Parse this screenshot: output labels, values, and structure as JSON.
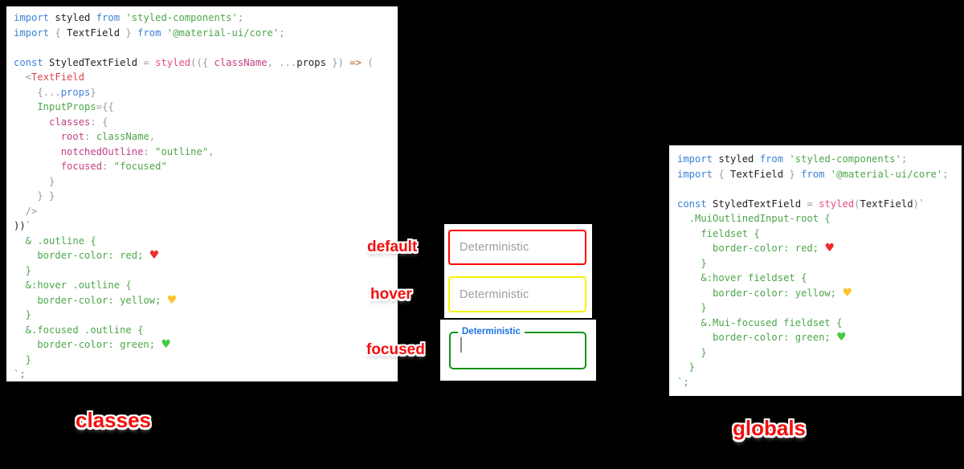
{
  "colors": {
    "background": "#000000",
    "panel_white": "#ffffff",
    "code_keyword": "#3b82d4",
    "code_plain": "#1f1f1f",
    "code_punct": "#9b9b9b",
    "code_string": "#4da64a",
    "code_function": "#e84a80",
    "code_property": "#c53e80",
    "code_tag": "#d8494e",
    "code_operator": "#b8641f",
    "heart_red": "#ef2d2d",
    "heart_yellow": "#fcc32c",
    "heart_green": "#44c944",
    "label_red": "#f50d0d",
    "focused_label_blue": "#1a73e8",
    "placeholder_gray": "#9e9e9e",
    "cursor_gray": "#8a8a8a",
    "field_red": "#ff0000",
    "field_yellow": "#f6f600",
    "field_green": "#149314"
  },
  "left_code": {
    "lines": [
      [
        [
          "kw",
          "import"
        ],
        [
          "pl",
          " styled "
        ],
        [
          "kw",
          "from"
        ],
        [
          "st",
          " 'styled-components'"
        ],
        [
          "pu",
          ";"
        ]
      ],
      [
        [
          "kw",
          "import"
        ],
        [
          "pu",
          " { "
        ],
        [
          "pl",
          "TextField"
        ],
        [
          "pu",
          " } "
        ],
        [
          "kw",
          "from"
        ],
        [
          "st",
          " '@material-ui/core'"
        ],
        [
          "pu",
          ";"
        ]
      ],
      [],
      [
        [
          "kw",
          "const"
        ],
        [
          "pl",
          " StyledTextField "
        ],
        [
          "pu",
          "= "
        ],
        [
          "fn",
          "styled"
        ],
        [
          "pu",
          "(({ "
        ],
        [
          "pr",
          "className"
        ],
        [
          "pu",
          ", ..."
        ],
        [
          "pl",
          "props"
        ],
        [
          "pu",
          " }) "
        ],
        [
          "op",
          "=>"
        ],
        [
          "pu",
          " ("
        ]
      ],
      [
        [
          "pu",
          "  <"
        ],
        [
          "tg",
          "TextField"
        ]
      ],
      [
        [
          "pu",
          "    {..."
        ],
        [
          "kw",
          "props"
        ],
        [
          "pu",
          "}"
        ]
      ],
      [
        [
          "st",
          "    InputProps"
        ],
        [
          "pu",
          "={{"
        ]
      ],
      [
        [
          "pr",
          "      classes"
        ],
        [
          "pu",
          ": {"
        ]
      ],
      [
        [
          "pr",
          "        root"
        ],
        [
          "pu",
          ": "
        ],
        [
          "st",
          "className"
        ],
        [
          "pu",
          ","
        ]
      ],
      [
        [
          "pr",
          "        notchedOutline"
        ],
        [
          "pu",
          ": "
        ],
        [
          "st",
          "\"outline\""
        ],
        [
          "pu",
          ","
        ]
      ],
      [
        [
          "pr",
          "        focused"
        ],
        [
          "pu",
          ": "
        ],
        [
          "st",
          "\"focused\""
        ]
      ],
      [
        [
          "pu",
          "      }"
        ]
      ],
      [
        [
          "pu",
          "    } }"
        ]
      ],
      [
        [
          "pu",
          "  />"
        ]
      ],
      [
        [
          "pl",
          "))"
        ],
        [
          "st",
          "`"
        ]
      ],
      [
        [
          "st",
          "  & .outline {"
        ]
      ],
      [
        [
          "st",
          "    border-color: red; "
        ],
        [
          "hr",
          "♥"
        ]
      ],
      [
        [
          "st",
          "  }"
        ]
      ],
      [
        [
          "st",
          "  &:hover .outline {"
        ]
      ],
      [
        [
          "st",
          "    border-color: yellow; "
        ],
        [
          "hy",
          "♥"
        ]
      ],
      [
        [
          "st",
          "  }"
        ]
      ],
      [
        [
          "st",
          "  &.focused .outline {"
        ]
      ],
      [
        [
          "st",
          "    border-color: green; "
        ],
        [
          "hg",
          "♥"
        ]
      ],
      [
        [
          "st",
          "  }"
        ]
      ],
      [
        [
          "st",
          "`;"
        ]
      ]
    ]
  },
  "right_code": {
    "lines": [
      [
        [
          "kw",
          "import"
        ],
        [
          "pl",
          " styled "
        ],
        [
          "kw",
          "from"
        ],
        [
          "st",
          " 'styled-components'"
        ],
        [
          "pu",
          ";"
        ]
      ],
      [
        [
          "kw",
          "import"
        ],
        [
          "pu",
          " { "
        ],
        [
          "pl",
          "TextField"
        ],
        [
          "pu",
          " } "
        ],
        [
          "kw",
          "from"
        ],
        [
          "st",
          " '@material-ui/core'"
        ],
        [
          "pu",
          ";"
        ]
      ],
      [],
      [
        [
          "kw",
          "const"
        ],
        [
          "pl",
          " StyledTextField "
        ],
        [
          "pu",
          "= "
        ],
        [
          "fn",
          "styled"
        ],
        [
          "pu",
          "("
        ],
        [
          "pl",
          "TextField"
        ],
        [
          "pu",
          ")"
        ],
        [
          "st",
          "`"
        ]
      ],
      [
        [
          "st",
          "  .MuiOutlinedInput-root {"
        ]
      ],
      [
        [
          "st",
          "    fieldset {"
        ]
      ],
      [
        [
          "st",
          "      border-color: red; "
        ],
        [
          "hr",
          "♥"
        ]
      ],
      [
        [
          "st",
          "    }"
        ]
      ],
      [
        [
          "st",
          "    &:hover fieldset {"
        ]
      ],
      [
        [
          "st",
          "      border-color: yellow; "
        ],
        [
          "hy",
          "♥"
        ]
      ],
      [
        [
          "st",
          "    }"
        ]
      ],
      [
        [
          "st",
          "    &.Mui-focused fieldset {"
        ]
      ],
      [
        [
          "st",
          "      border-color: green; "
        ],
        [
          "hg",
          "♥"
        ]
      ],
      [
        [
          "st",
          "    }"
        ]
      ],
      [
        [
          "st",
          "  }"
        ]
      ],
      [
        [
          "st",
          "`;"
        ]
      ]
    ]
  },
  "middle": {
    "states": [
      {
        "label": "default",
        "placeholder": "Deterministic"
      },
      {
        "label": "hover",
        "placeholder": "Deterministic"
      },
      {
        "label": "focused",
        "field_label": "Deterministic"
      }
    ]
  },
  "captions": {
    "left": "classes",
    "right": "globals"
  }
}
